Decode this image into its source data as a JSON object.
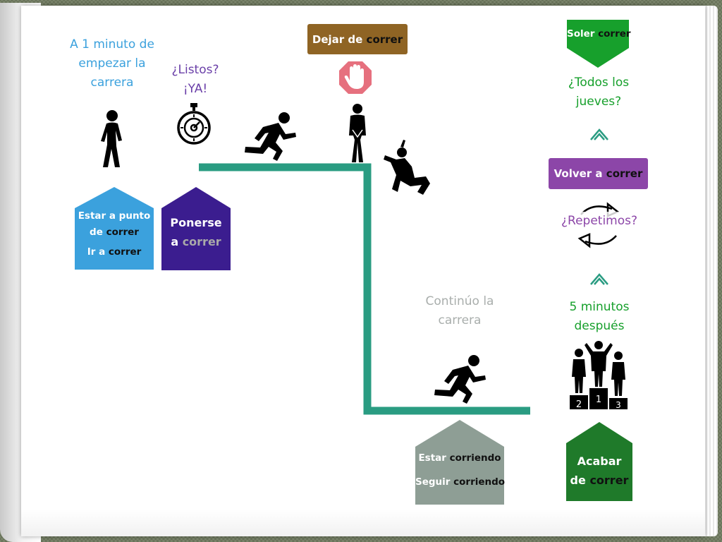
{
  "colors": {
    "staircase": "#2a9c82",
    "light_blue": "#3ba1dd",
    "purple": "#3b1d8f",
    "gray": "#8e9e95",
    "dark_green": "#1f7a2a",
    "green_label": "#17a02c",
    "brown_label": "#8f6424",
    "magenta_label": "#8c46a8",
    "stop_sign": "#e6707e",
    "chevron": "#2a9c82"
  },
  "texts": {
    "minute_before": [
      "A 1 minuto de",
      "empezar la",
      "carrera"
    ],
    "ready": [
      "¿Listos?",
      "¡YA!"
    ],
    "continue_race": [
      "Continúo la",
      "carrera"
    ],
    "every_thursday": [
      "¿Todos los",
      "jueves?"
    ],
    "repeat": "¿Repetimos?",
    "five_minutes": [
      "5 minutos",
      "después"
    ]
  },
  "labels": {
    "stop": {
      "prefix": "Dejar de",
      "verb": "correr"
    },
    "usual": {
      "prefix": "Soler",
      "verb": "correr"
    },
    "again": {
      "prefix": "Volver a",
      "verb": "correr"
    }
  },
  "houses": {
    "about_to": {
      "line1_prefix": "Estar a punto",
      "line2_prefix": "de",
      "line2_verb": "correr",
      "line3_prefix": "Ir a",
      "line3_verb": "correr"
    },
    "start": {
      "line1": "Ponerse",
      "line2_prefix": "a",
      "line2_verb": "correr"
    },
    "keep": {
      "line1_prefix": "Estar",
      "line1_verb": "corriendo",
      "line2_prefix": "Seguir",
      "line2_verb": "corriendo"
    },
    "finish": {
      "line1": "Acabar",
      "line2_prefix": "de",
      "line2_verb": "correr"
    }
  },
  "podium": {
    "places": [
      "2",
      "1",
      "3"
    ]
  },
  "icons": {
    "walker": "walking-person-icon",
    "stopwatch": "stopwatch-icon",
    "runner_top": "running-person-icon",
    "stop_sign": "stop-hand-icon",
    "standing": "standing-person-icon",
    "falling": "falling-person-icon",
    "runner_bottom": "running-person-icon",
    "podium": "podium-icon",
    "cycle": "repeat-cycle-icon",
    "chevron": "chevron-up-icon"
  }
}
